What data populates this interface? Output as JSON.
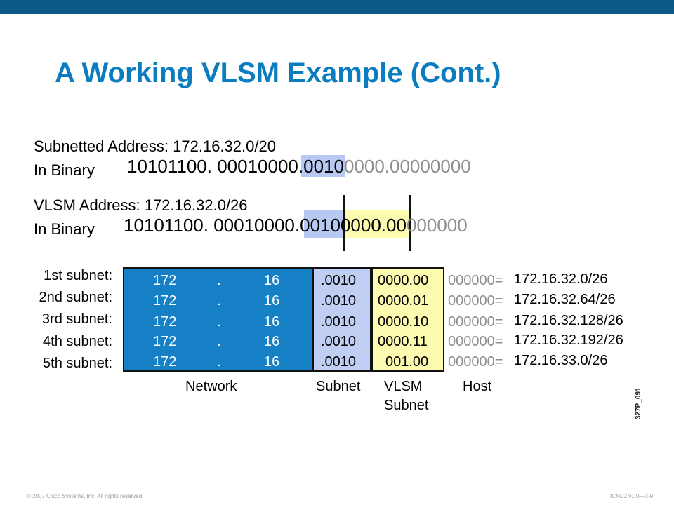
{
  "title": "A Working VLSM Example (Cont.)",
  "subnetted": {
    "label_bold": "Subnetted Address",
    "label_rest": ": 172.16.32.0/20",
    "binary_label": "In Binary",
    "binary_black": "10101100. 00010000.",
    "binary_highlight": "0010",
    "binary_gray": "0000.00000000"
  },
  "vlsm": {
    "label_bold": "VLSM Address",
    "label_rest": ": 172.16.32.0/26",
    "binary_label": "In Binary",
    "binary_black": "10101100. 00010000.",
    "binary_blue": "0010",
    "binary_yellow": "0000.00",
    "binary_gray": "000000"
  },
  "rows": [
    {
      "label": "1st subnet:",
      "oct1": "172",
      "dot": ".",
      "oct2": "16",
      "subnet": ".0010",
      "vlsm": "0000.00",
      "host": "000000=",
      "result": "172.16.32.0/26"
    },
    {
      "label": "2nd subnet:",
      "oct1": "172",
      "dot": ".",
      "oct2": "16",
      "subnet": ".0010",
      "vlsm": "0000.01",
      "host": "000000=",
      "result": "172.16.32.64/26"
    },
    {
      "label": "3rd subnet:",
      "oct1": "172",
      "dot": ".",
      "oct2": "16",
      "subnet": ".0010",
      "vlsm": "0000.10",
      "host": "000000=",
      "result": "172.16.32.128/26"
    },
    {
      "label": "4th subnet:",
      "oct1": "172",
      "dot": ".",
      "oct2": "16",
      "subnet": ".0010",
      "vlsm": "0000.11",
      "host": "000000=",
      "result": "172.16.32.192/26"
    },
    {
      "label": "5th subnet:",
      "oct1": "172",
      "dot": ".",
      "oct2": "16",
      "subnet": ".0010",
      "vlsm": "001.00",
      "host": "000000=",
      "result": "172.16.33.0/26"
    }
  ],
  "columns": {
    "network": "Network",
    "subnet": "Subnet",
    "vlsm_line1": "VLSM",
    "vlsm_line2": "Subnet",
    "host": "Host"
  },
  "figure_code": "327P_091",
  "footer": {
    "copyright": "© 2007 Cisco Systems, Inc. All rights reserved.",
    "course": "ICND2 v1.0—3-9"
  },
  "colors": {
    "title": "#0b7dbf",
    "network_box": "#1680c6",
    "subnet_box": "#c0cef3",
    "vlsm_box": "#fcfbb0",
    "gray_text": "#8e8e8e"
  }
}
